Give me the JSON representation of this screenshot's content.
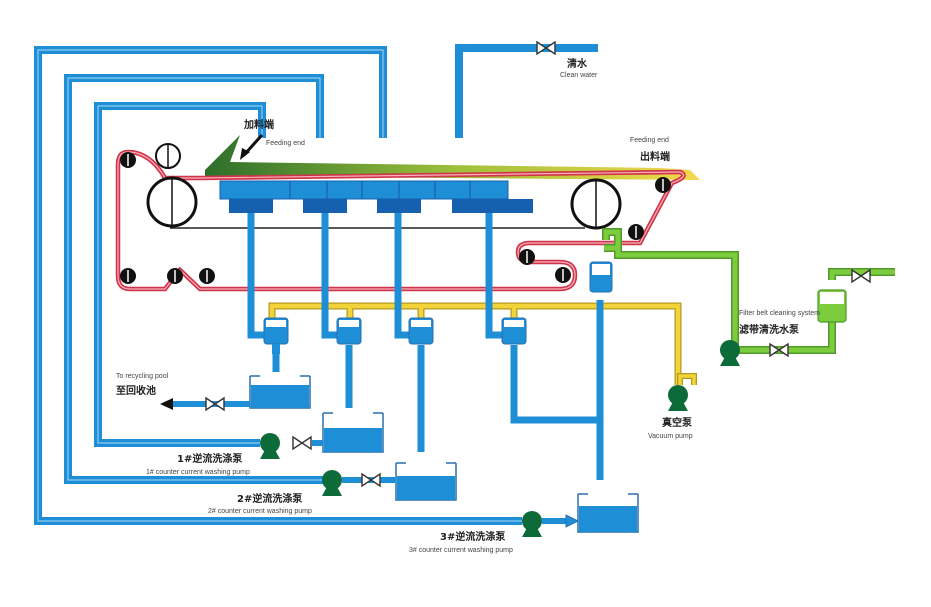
{
  "colors": {
    "water": "#1e8fd6",
    "water_dark": "#1561b0",
    "water_outline": "#2a6fae",
    "belt": "#d0344a",
    "belt_inner": "#f08a96",
    "vacuum": "#f2d33a",
    "vacuum_outline": "#b49a20",
    "cleaning": "#7ccc3e",
    "cleaning_outline": "#4f9a2a",
    "pump": "#0d6b3a",
    "roller": "#111111"
  },
  "labels": {
    "clean_water_cn": "清水",
    "clean_water_en": "Clean water",
    "feed_in_cn": "加料端",
    "feed_in_en": "Feeding end",
    "feed_out_cn": "出料端",
    "feed_out_en": "Feeding end",
    "recycling_cn": "至回收池",
    "recycling_en": "To recycling pool",
    "pump1_cn": "1#逆流洗涤泵",
    "pump1_en": "1# counter current washing pump",
    "pump2_cn": "2#逆流洗涤泵",
    "pump2_en": "2# counter current washing pump",
    "pump3_cn": "3#逆流洗涤泵",
    "pump3_en": "3# counter current washing pump",
    "vacuum_cn": "真空泵",
    "vacuum_en": "Vacuum pump",
    "filter_cn": "滤带清洗水泵",
    "filter_en": "Filter belt cleaning system"
  }
}
